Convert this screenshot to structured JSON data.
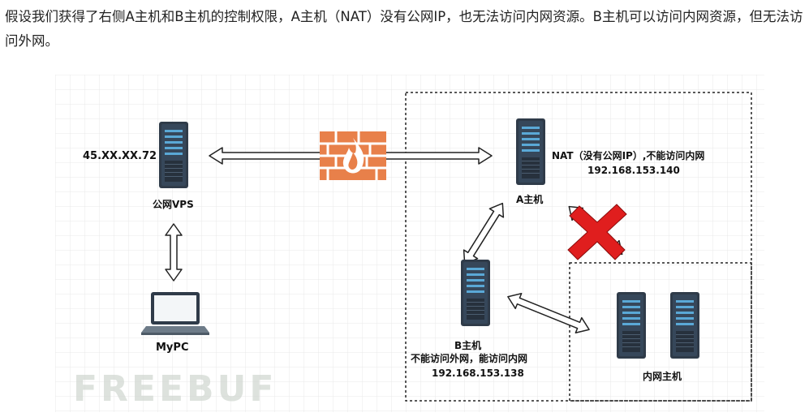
{
  "intro": {
    "text": "假设我们获得了右侧A主机和B主机的控制权限，A主机（NAT）没有公网IP，也无法访问内网资源。B主机可以访问内网资源，但无法访问外网。"
  },
  "diagram": {
    "vps_ip": "45.XX.XX.72",
    "vps_label": "公网VPS",
    "mypc_label": "MyPC",
    "host_a_label": "A主机",
    "host_a_desc": "NAT（没有公网IP）,不能访问内网",
    "host_a_ip": "192.168.153.140",
    "host_b_label": "B主机",
    "host_b_desc": "不能访问外网，能访问内网",
    "host_b_ip": "192.168.153.138",
    "intranet_label": "内网主机",
    "watermark": "FREEBUF"
  },
  "colors": {
    "server_body": "#2f3b49",
    "server_stripe": "#5aa8d6",
    "firewall": "#e8804a",
    "cross": "#e01e1e",
    "grid": "#e6e6e6"
  }
}
